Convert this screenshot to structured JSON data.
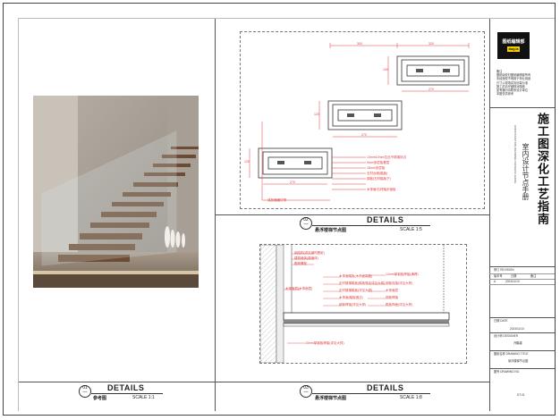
{
  "views": [
    {
      "number": "01",
      "sub": "—",
      "title": "DETAILS",
      "name": "参考图",
      "scale": "SCALE 1:1"
    },
    {
      "number": "02",
      "sub": "—",
      "title": "DETAILS",
      "name": "悬浮楼梯节点图",
      "scale": "SCALE 1:5"
    },
    {
      "number": "03",
      "sub": "—",
      "title": "DETAILS",
      "name": "悬浮楼梯节点图",
      "scale": "SCALE 1:8"
    }
  ],
  "drawing_top": {
    "dims_top": [
      "300",
      "320"
    ],
    "dims_bottom": [
      "270",
      "270",
      "270"
    ],
    "dims_left": [
      "100",
      "120",
      "120"
    ],
    "labels": [
      "10mm10mm拉丝不锈钢封边",
      "9mm多层板基层",
      "18mm多层板",
      "石材台面(踏板)",
      "钢板(石材踏板下)",
      "成品暗藏灯带",
      "木饰面/石材踏步面板"
    ]
  },
  "drawing_bottom": {
    "labels_left": [
      "钢结构(详见钢构图纸)",
      "建筑墙体(原墙体)",
      "膨胀螺栓",
      "木饰面层(木饰面层)",
      "木饰面踏板(木饰面踏板)",
      "石材楼梯踏板(踏板做法详见大样)",
      "石材楼梯踏板(详见大样)",
      "木饰面(踏板做法)",
      "钢板焊接(详见大样)",
      "15mm厚钢板焊接(详见大样)"
    ],
    "labels_right": [
      "12mm厚钢板焊接(满焊)",
      "钢板连接(详见大样)",
      "木饰面层",
      "钢板焊接",
      "踏板饰面(详见大样)"
    ]
  },
  "title_block": {
    "logo_text": "图纸编辑部",
    "logo_badge": "dwg.la",
    "notes_head": "备注",
    "notes": [
      "图纸版权归图纸编辑部所有",
      "未经授权不得用于商业用途",
      "尺寸以现场实际测量为准",
      "施工前请仔细核对图纸",
      "如有疑问请联系设计单位",
      "本图仅供参考"
    ],
    "main_title": "施工图深化工艺指南",
    "sub_title": "室内设计节点手册",
    "en_title": "CONSTRUCTION DRAWING PROCESS GUIDE",
    "rev_header": "修订 REVISION",
    "rev_cols": [
      "版本号",
      "日期",
      "备注"
    ],
    "rev_row": [
      "A",
      "2024/11/10",
      ""
    ],
    "date_label": "日期 DATE",
    "date_value": "2024/11/10",
    "designer_label": "设计师 DESIGNER",
    "designer_value": "许鹏越",
    "drawing_title_label": "图纸名称 DRAWING TITLE",
    "drawing_title_value": "悬浮楼梯节点图",
    "drawing_no_label": "图号 DRAWING NO.",
    "drawing_no_value": "DT-01"
  }
}
